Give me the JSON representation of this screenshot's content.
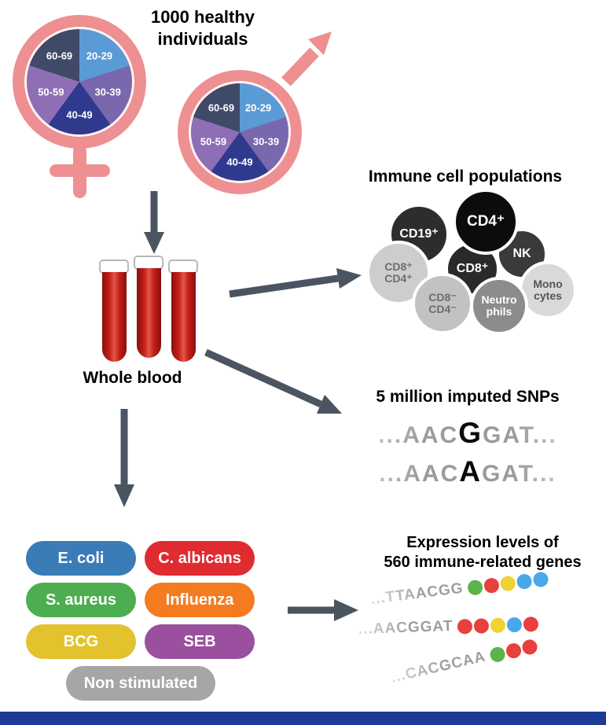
{
  "colors": {
    "symbol": "#ee8f92",
    "arrow": "#4a5561",
    "footer_bar": "#1d3b96"
  },
  "cohort": {
    "title": "1000 healthy individuals",
    "age_groups": [
      {
        "label": "20-29",
        "color": "#5b9bd5"
      },
      {
        "label": "30-39",
        "color": "#7a68ae"
      },
      {
        "label": "40-49",
        "color": "#2f3a8e"
      },
      {
        "label": "50-59",
        "color": "#8e6fb6"
      },
      {
        "label": "60-69",
        "color": "#3e4a68"
      }
    ]
  },
  "blood": {
    "label": "Whole blood"
  },
  "immune": {
    "title": "Immune cell populations",
    "cells": [
      {
        "lines": [
          "CD19⁺",
          ""
        ],
        "bg": "#2d2d2d",
        "fg": "#ffffff"
      },
      {
        "lines": [
          "NK",
          ""
        ],
        "bg": "#3a3a3a",
        "fg": "#ffffff"
      },
      {
        "lines": [
          "CD8⁺",
          "CD4⁺"
        ],
        "bg": "#cdcdcd",
        "fg": "#6d6d6d"
      },
      {
        "lines": [
          "CD8⁺",
          ""
        ],
        "bg": "#2a2a2a",
        "fg": "#ffffff"
      },
      {
        "lines": [
          "CD4⁺",
          ""
        ],
        "bg": "#0c0c0c",
        "fg": "#ffffff"
      },
      {
        "lines": [
          "CD8⁻",
          "CD4⁻"
        ],
        "bg": "#c2c2c2",
        "fg": "#6d6d6d"
      },
      {
        "lines": [
          "Mono",
          "cytes"
        ],
        "bg": "#d9d9d9",
        "fg": "#555555"
      },
      {
        "lines": [
          "Neutro",
          "phils"
        ],
        "bg": "#8c8c8c",
        "fg": "#ffffff"
      }
    ]
  },
  "snps": {
    "title": "5 million imputed SNPs",
    "lines": [
      {
        "pre": "...AAC",
        "variant": "G",
        "post": "GAT..."
      },
      {
        "pre": "...AAC",
        "variant": "A",
        "post": "GAT..."
      }
    ]
  },
  "stimuli": {
    "items": [
      {
        "label": "E. coli",
        "color": "#3a7cb8"
      },
      {
        "label": "C. albicans",
        "color": "#e02b30"
      },
      {
        "label": "S. aureus",
        "color": "#4cae50"
      },
      {
        "label": "Influenza",
        "color": "#f47b20"
      },
      {
        "label": "BCG",
        "color": "#e2c32e"
      },
      {
        "label": "SEB",
        "color": "#9b4f9f"
      },
      {
        "label": "Non stimulated",
        "color": "#a6a6a6"
      }
    ]
  },
  "expression": {
    "title_line1": "Expression levels of",
    "title_line2": "560 immune-related genes",
    "rows": [
      {
        "seq": "...TTAACGG",
        "beads": [
          "#5cb34a",
          "#e8403d",
          "#f0d232",
          "#49a8e8",
          "#49a8e8"
        ]
      },
      {
        "seq": "...AACGGAT",
        "beads": [
          "#e8403d",
          "#e8403d",
          "#f0d232",
          "#49a8e8",
          "#e8403d"
        ]
      },
      {
        "seq": "...CACGCAA",
        "beads": [
          "#5cb34a",
          "#e8403d",
          "#e8403d"
        ]
      }
    ]
  }
}
